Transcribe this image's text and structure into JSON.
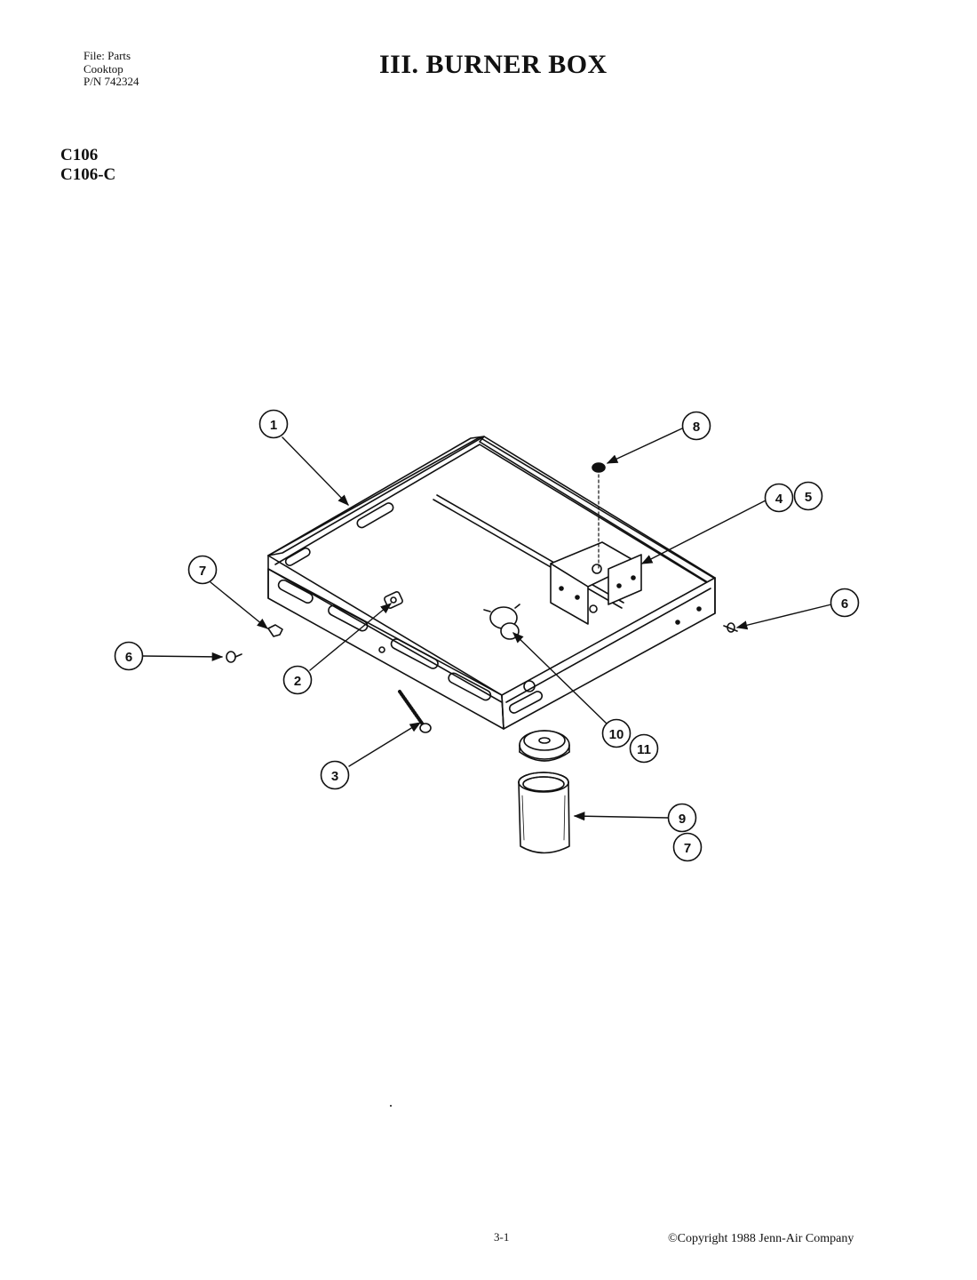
{
  "header": {
    "file_lines": [
      "File: Parts",
      "Cooktop",
      "P/N 742324"
    ],
    "title": "III. BURNER BOX"
  },
  "models": [
    "C106",
    "C106-C"
  ],
  "diagram": {
    "callouts": [
      "1",
      "8",
      "4",
      "5",
      "7",
      "6",
      "6",
      "2",
      "3",
      "10",
      "11",
      "9",
      "7"
    ]
  },
  "footer": {
    "page_number": "3-1",
    "copyright": "©Copyright 1988 Jenn-Air Company"
  }
}
